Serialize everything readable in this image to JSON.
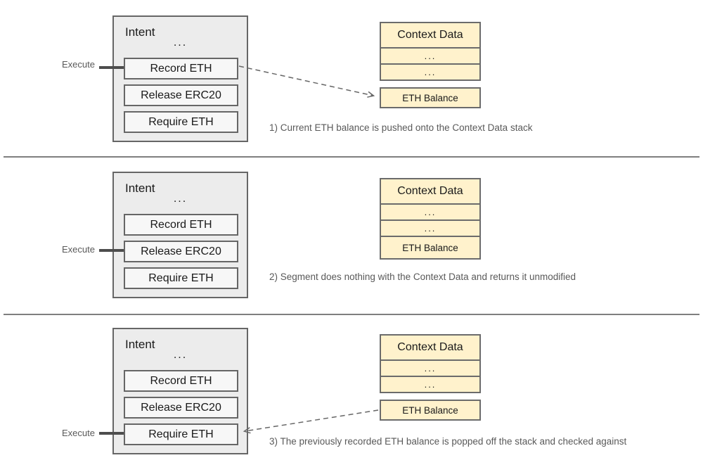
{
  "colors": {
    "intent_fill": "#ececec",
    "operation_fill": "#f7f7f7",
    "box_border": "#666666",
    "context_fill": "#fff2cc",
    "context_border": "#6b6b6b",
    "label_text": "#1a1a1a",
    "muted_text": "#595959",
    "connector": "#4d4d4d",
    "arrow": "#666666",
    "divider": "#7f7f7f"
  },
  "panels": [
    {
      "execute_label": "Execute",
      "intent": {
        "title": "Intent",
        "ellipsis": "...",
        "operations": [
          "Record ETH",
          "Release ERC20",
          "Require ETH"
        ],
        "active_operation": "Record ETH"
      },
      "context": {
        "title": "Context Data",
        "rows": [
          "...",
          "..."
        ]
      },
      "popped_label": "ETH Balance",
      "arrow": {
        "from": "Record ETH",
        "to": "ETH Balance",
        "style": "dashed"
      },
      "caption": "1) Current ETH balance is pushed onto the Context Data stack"
    },
    {
      "execute_label": "Execute",
      "intent": {
        "title": "Intent",
        "ellipsis": "...",
        "operations": [
          "Record ETH",
          "Release ERC20",
          "Require ETH"
        ],
        "active_operation": "Release ERC20"
      },
      "context": {
        "title": "Context Data",
        "rows": [
          "...",
          "...",
          "ETH Balance"
        ]
      },
      "caption": "2) Segment does nothing with the Context Data and returns it unmodified"
    },
    {
      "execute_label": "Execute",
      "intent": {
        "title": "Intent",
        "ellipsis": "...",
        "operations": [
          "Record ETH",
          "Release ERC20",
          "Require ETH"
        ],
        "active_operation": "Require ETH"
      },
      "context": {
        "title": "Context Data",
        "rows": [
          "...",
          "..."
        ]
      },
      "popped_label": "ETH Balance",
      "arrow": {
        "from": "ETH Balance",
        "to": "Require ETH",
        "style": "dashed"
      },
      "caption": "3) The previously recorded ETH balance is popped off the stack and checked against"
    }
  ]
}
